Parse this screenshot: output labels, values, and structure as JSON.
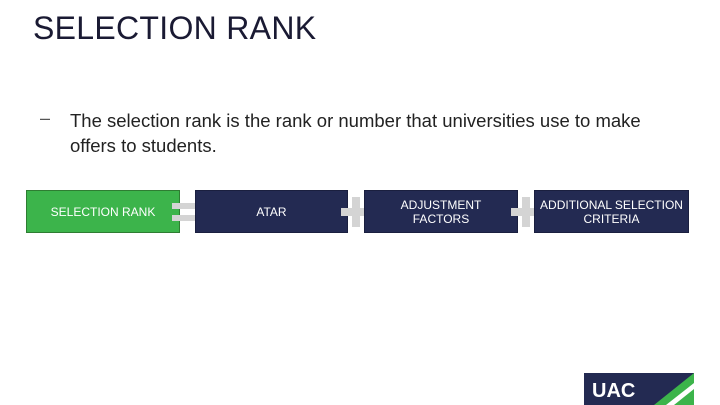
{
  "slide": {
    "title": "SELECTION RANK",
    "bullet_mark": "–",
    "bullet_text": "The selection rank is the rank or number that universities use to make offers to students."
  },
  "formula": {
    "items": [
      {
        "label": "SELECTION RANK",
        "color": "#3cb44b"
      },
      {
        "label": "ATAR",
        "color": "#232a52"
      },
      {
        "label": "ADJUSTMENT FACTORS",
        "color": "#232a52"
      },
      {
        "label": "ADDITIONAL SELECTION CRITERIA",
        "color": "#232a52"
      }
    ],
    "operators": [
      "equals-icon",
      "plus-icon",
      "plus-icon"
    ]
  },
  "logo": {
    "text": "UAC",
    "colors": {
      "navy": "#232a52",
      "green": "#3cb44b"
    }
  }
}
